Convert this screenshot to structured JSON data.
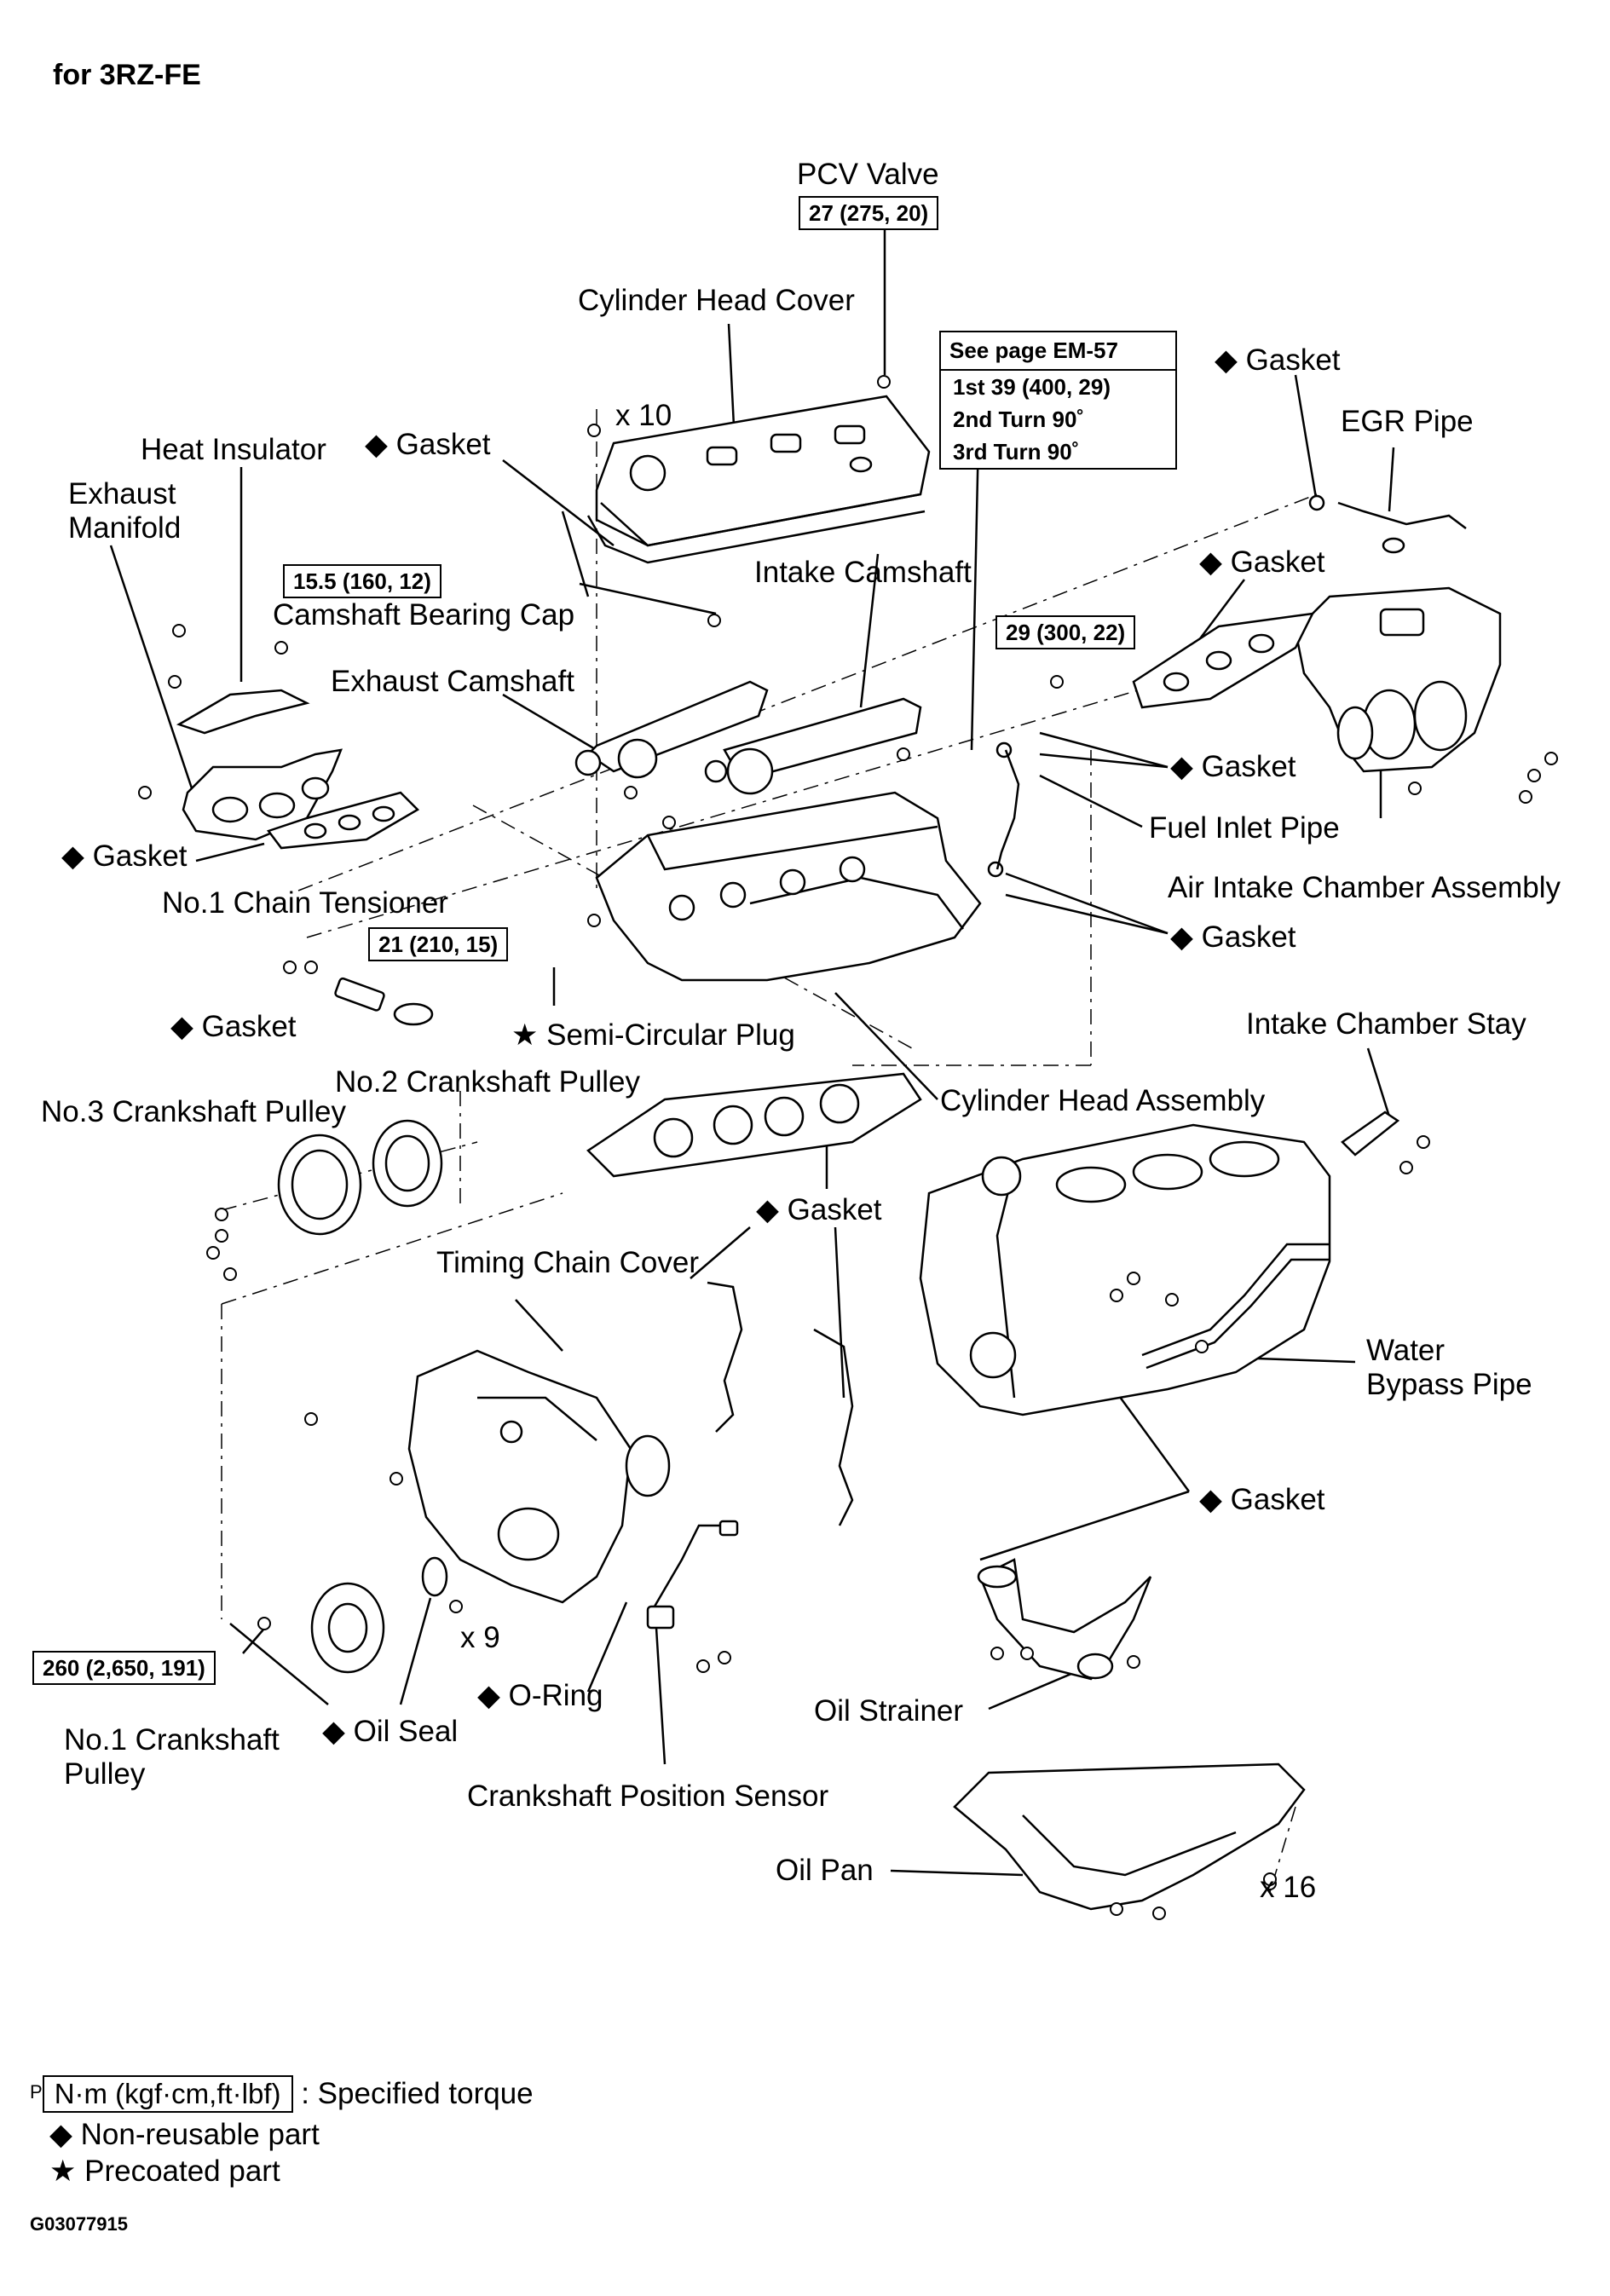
{
  "header": {
    "title": "for  3RZ-FE"
  },
  "labels": {
    "pcv_valve": "PCV Valve",
    "cylinder_head_cover": "Cylinder Head Cover",
    "x10": "x 10",
    "heat_insulator": "Heat Insulator",
    "gasket_head_cover": "◆ Gasket",
    "exhaust_manifold_1": "Exhaust",
    "exhaust_manifold_2": "Manifold",
    "camshaft_bearing_cap": "Camshaft Bearing Cap",
    "intake_camshaft": "Intake Camshaft",
    "exhaust_camshaft": "Exhaust Camshaft",
    "gasket_exhaust": "◆ Gasket",
    "no1_chain_tensioner": "No.1 Chain Tensioner",
    "gasket_tensioner": "◆ Gasket",
    "semi_circular_plug": "★ Semi-Circular Plug",
    "gasket_egr": "◆ Gasket",
    "egr_pipe": "EGR Pipe",
    "gasket_intake": "◆ Gasket",
    "gasket_fuel_1": "◆ Gasket",
    "fuel_inlet_pipe": "Fuel Inlet Pipe",
    "air_intake_chamber": "Air Intake Chamber Assembly",
    "gasket_fuel_2": "◆ Gasket",
    "intake_chamber_stay": "Intake Chamber Stay",
    "cylinder_head_assembly": "Cylinder Head Assembly",
    "no2_crank_pulley": "No.2 Crankshaft Pulley",
    "no3_crank_pulley": "No.3 Crankshaft Pulley",
    "gasket_head": "◆ Gasket",
    "timing_chain_cover": "Timing Chain Cover",
    "water_bypass_1": "Water",
    "water_bypass_2": "Bypass Pipe",
    "gasket_water": "◆ Gasket",
    "x9": "x 9",
    "o_ring": "◆  O-Ring",
    "oil_strainer": "Oil Strainer",
    "no1_crank_pulley_1": "No.1 Crankshaft",
    "no1_crank_pulley_2": "Pulley",
    "oil_seal": "◆ Oil Seal",
    "crank_position_sensor": "Crankshaft Position Sensor",
    "oil_pan": "Oil Pan",
    "x16": "x 16"
  },
  "torque": {
    "pcv": "27 (275, 20)",
    "bearing_cap": "15.5 (160, 12)",
    "fuel": "29 (300, 22)",
    "tensioner": "21 (210, 15)",
    "crank_bolt": "260 (2,650, 191)"
  },
  "spec_box": {
    "header": "See page EM-57",
    "lines": [
      "1st  39 (400, 29)",
      "2nd  Turn 90˚",
      "3rd  Turn 90˚"
    ]
  },
  "legend": {
    "p_mark": "P",
    "unit_box": "N·m (kgf·cm,ft·lbf)",
    "torque_text": ": Specified torque",
    "non_reusable": "◆  Non-reusable part",
    "precoated": "★ Precoated part"
  },
  "figure_id": "G03077915"
}
